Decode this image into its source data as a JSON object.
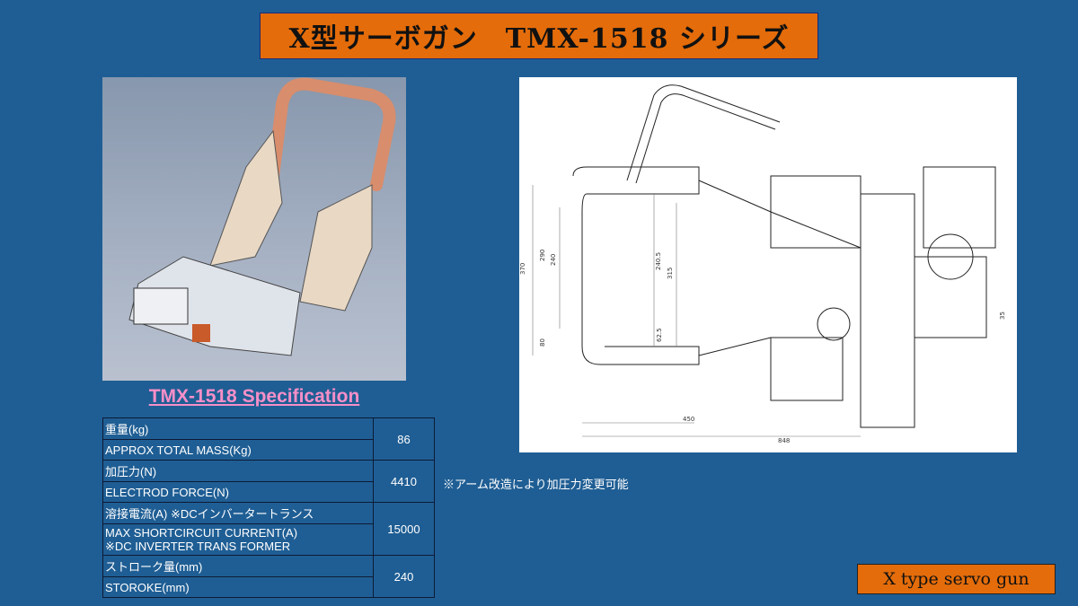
{
  "header": {
    "title": "X型サーボガン　TMX-1518 シリーズ"
  },
  "spec": {
    "title": "TMX-1518  Specification",
    "rows": [
      {
        "jp": "重量(kg)",
        "en": "APPROX TOTAL MASS(Kg)",
        "value": "86"
      },
      {
        "jp": "加圧力(N)",
        "en": "ELECTROD FORCE(N)",
        "value": "4410"
      },
      {
        "jp": "溶接電流(A) ※DCインバータートランス",
        "en": "MAX SHORTCIRCUIT CURRENT(A)",
        "en2": "※DC INVERTER TRANS FORMER",
        "value": "15000"
      },
      {
        "jp": "ストローク量(mm)",
        "en": "STOROKE(mm)",
        "value": "240"
      }
    ]
  },
  "note": "※アーム改造により加圧力変更可能",
  "drawing": {
    "dims": [
      "370",
      "290",
      "240",
      "315",
      "240.5",
      "80",
      "62.5",
      "450",
      "848",
      "35"
    ]
  },
  "footer": {
    "badge": "X type servo gun"
  }
}
